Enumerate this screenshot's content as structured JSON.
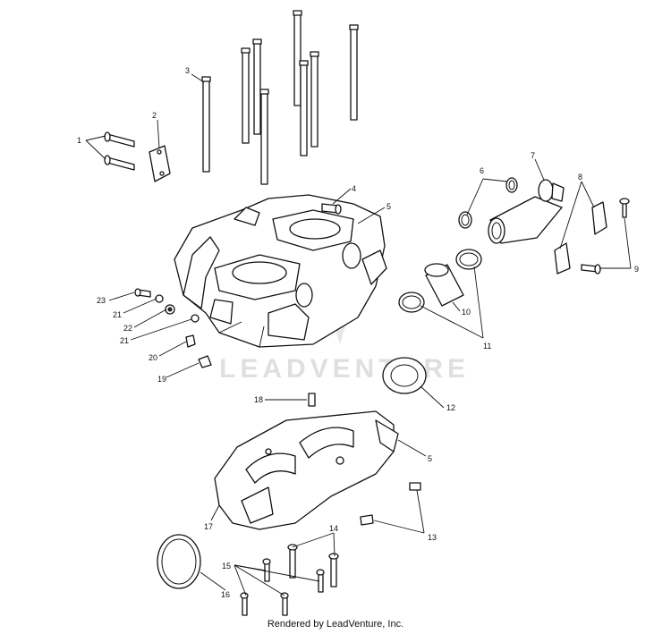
{
  "callouts": {
    "c1": "1",
    "c2": "2",
    "c3": "3",
    "c4": "4",
    "c5a": "5",
    "c5b": "5",
    "c6": "6",
    "c7": "7",
    "c8": "8",
    "c9": "9",
    "c10": "10",
    "c11": "11",
    "c12": "12",
    "c13": "13",
    "c14": "14",
    "c15": "15",
    "c16": "16",
    "c17": "17",
    "c18": "18",
    "c19": "19",
    "c20": "20",
    "c21a": "21",
    "c21b": "21",
    "c22": "22",
    "c23": "23"
  },
  "watermark": {
    "text": "LEADVENTURE"
  },
  "footer": {
    "credit": "Rendered by LeadVenture, Inc."
  }
}
